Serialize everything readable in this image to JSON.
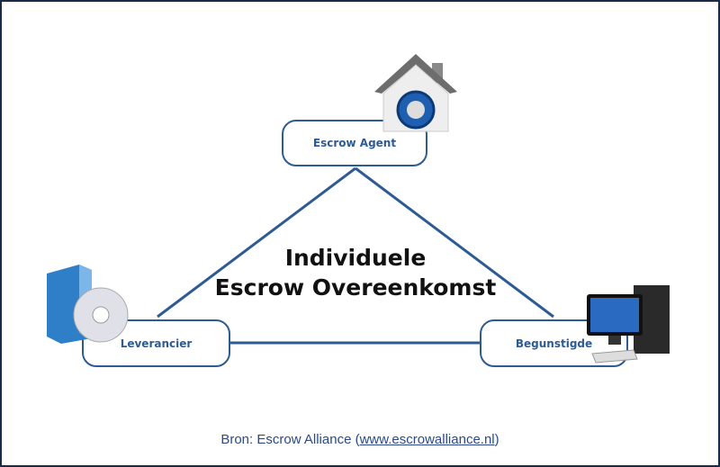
{
  "nodes": {
    "agent": "Escrow Agent",
    "supplier": "Leverancier",
    "beneficiary": "Begunstigde"
  },
  "title": [
    "Individuele",
    "Escrow Overeenkomst"
  ],
  "source": {
    "prefix": "Bron: Escrow Alliance (",
    "link": "www.escrowalliance.nl",
    "suffix": ")"
  },
  "colors": {
    "accent": "#2d5b94"
  }
}
